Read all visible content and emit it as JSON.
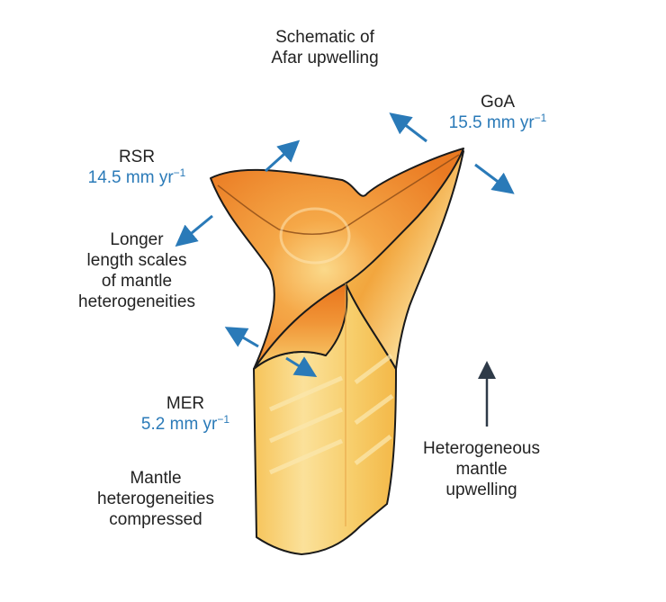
{
  "title": {
    "line1": "Schematic of",
    "line2": "Afar upwelling"
  },
  "ridges": {
    "goa": {
      "name": "GoA",
      "rate_value": "15.5 mm yr",
      "rate_exp": "−1"
    },
    "rsr": {
      "name": "RSR",
      "rate_value": "14.5 mm yr",
      "rate_exp": "−1"
    },
    "mer": {
      "name": "MER",
      "rate_value": "5.2 mm yr",
      "rate_exp": "−1"
    }
  },
  "annotations": {
    "longer": {
      "line1": "Longer",
      "line2": "length scales",
      "line3": "of mantle",
      "line4": "heterogeneities"
    },
    "compressed": {
      "line1": "Mantle",
      "line2": "heterogeneities",
      "line3": "compressed"
    },
    "upwelling": {
      "line1": "Heterogeneous",
      "line2": "mantle",
      "line3": "upwelling"
    }
  },
  "colors": {
    "arrow_blue": "#2a7ab8",
    "arrow_dark": "#2e3a48",
    "text": "#222222",
    "orange_deep": "#e8751a",
    "orange_mid": "#f4a23c",
    "yellow_light": "#f8d77a",
    "yellow_pale": "#fbe6a4"
  }
}
